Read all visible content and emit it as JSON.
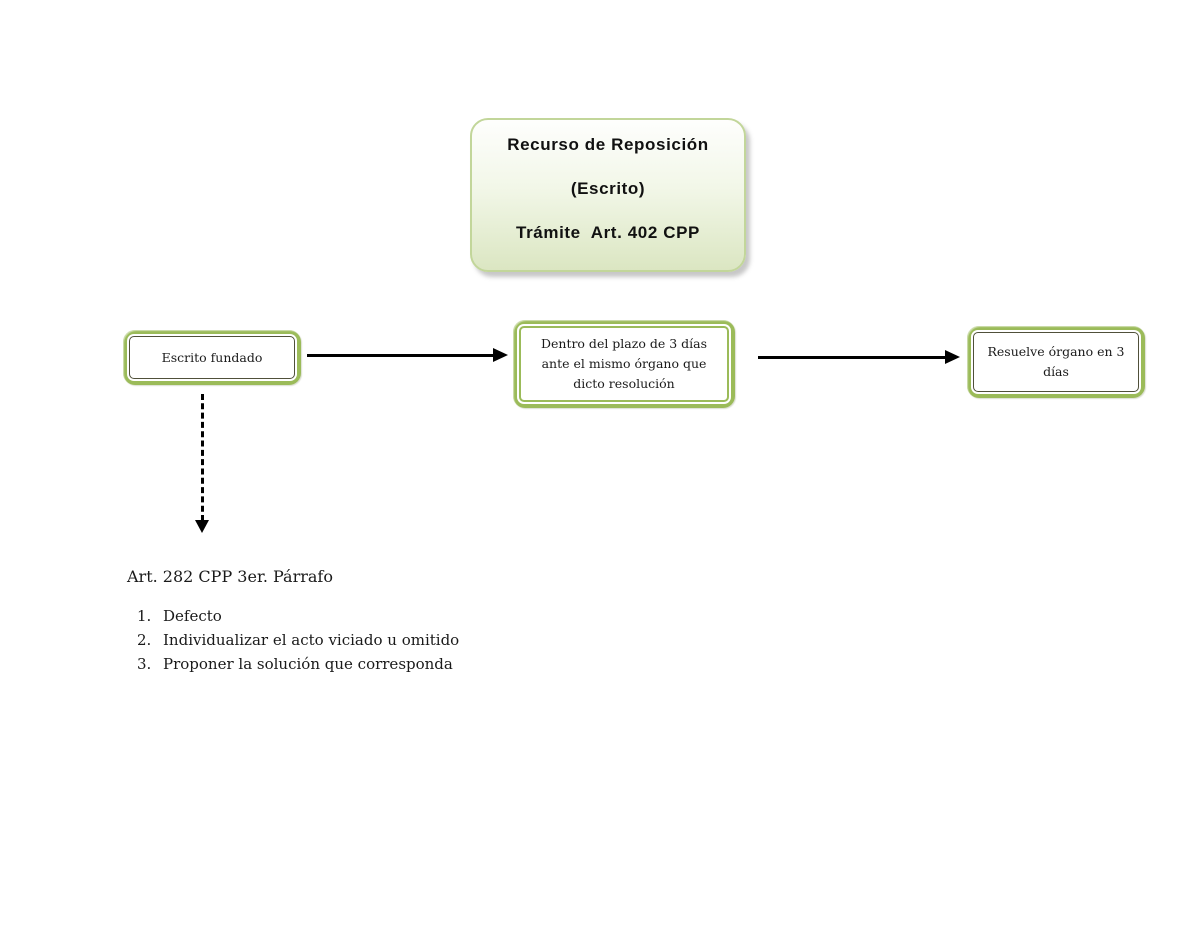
{
  "page": {
    "background": "#ffffff"
  },
  "colors": {
    "node_border_green": "#9bbb59",
    "title_border_green": "#c2d69a",
    "title_fill_top": "#fefefd",
    "title_fill_bottom": "#dbe6c2",
    "arrow_color": "#000000",
    "text_color": "#1a1a1a"
  },
  "title_box": {
    "lines": [
      "Recurso de Reposición",
      "(Escrito)",
      "Trámite  Art. 402 CPP"
    ]
  },
  "flow": {
    "nodes": [
      {
        "id": "escrito-fundado",
        "lines": [
          "Escrito fundado"
        ]
      },
      {
        "id": "plazo-3-dias",
        "lines": [
          "Dentro del plazo de 3 días",
          "ante el mismo órgano que",
          "dicto resolución"
        ]
      },
      {
        "id": "resuelve-organo",
        "lines": [
          "Resuelve órgano en 3",
          "días"
        ]
      }
    ],
    "edges": [
      {
        "from": "escrito-fundado",
        "to": "plazo-3-dias",
        "style": "solid"
      },
      {
        "from": "plazo-3-dias",
        "to": "resuelve-organo",
        "style": "solid"
      },
      {
        "from": "escrito-fundado",
        "to": "nota-art-282",
        "style": "dashed"
      }
    ]
  },
  "note": {
    "heading": "Art. 282 CPP 3er. Párrafo",
    "items": [
      {
        "number": "1.",
        "text": "Defecto"
      },
      {
        "number": "2.",
        "text": "Individualizar el acto viciado u omitido"
      },
      {
        "number": "3.",
        "text": "Proponer la solución que corresponda"
      }
    ]
  }
}
